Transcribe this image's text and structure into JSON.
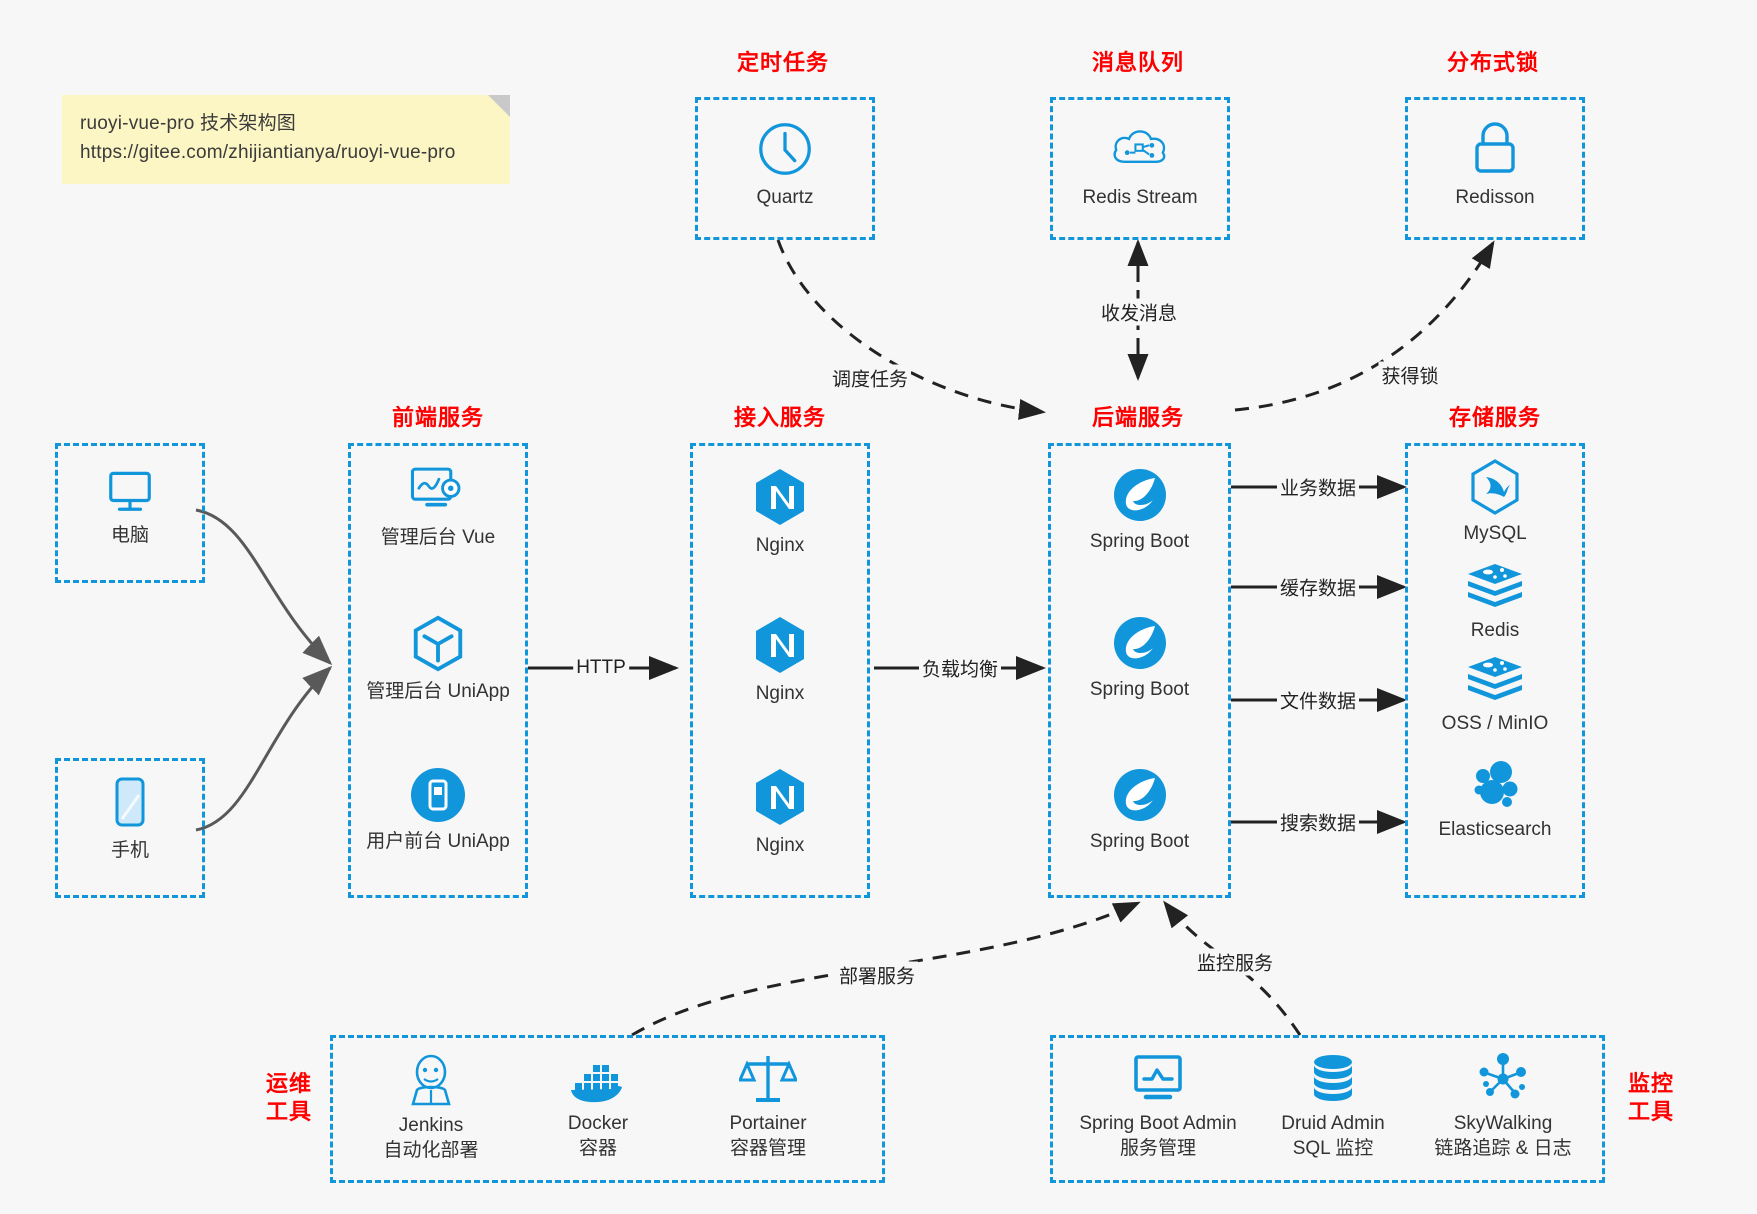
{
  "note": {
    "line1": "ruoyi-vue-pro 技术架构图",
    "line2": "https://gitee.com/zhijiantianya/ruoyi-vue-pro"
  },
  "colors": {
    "accent": "#1296db",
    "title": "#ff0000",
    "text": "#333333",
    "background": "#f7f7f7",
    "note_bg": "#fcf6c4",
    "arrow": "#222222",
    "curve_arrow": "#595959"
  },
  "groups": {
    "scheduler": {
      "title": "定时任务"
    },
    "mq": {
      "title": "消息队列"
    },
    "lock": {
      "title": "分布式锁"
    },
    "frontend": {
      "title": "前端服务"
    },
    "gateway": {
      "title": "接入服务"
    },
    "backend": {
      "title": "后端服务"
    },
    "storage": {
      "title": "存储服务"
    },
    "devops": {
      "title_line1": "运维",
      "title_line2": "工具"
    },
    "monitor": {
      "title_line1": "监控",
      "title_line2": "工具"
    }
  },
  "nodes": {
    "quartz": {
      "label": "Quartz",
      "icon": "clock-icon"
    },
    "redis_stream": {
      "label": "Redis Stream",
      "icon": "cloud-stream-icon"
    },
    "redisson": {
      "label": "Redisson",
      "icon": "lock-icon"
    },
    "computer": {
      "label": "电脑",
      "icon": "desktop-icon"
    },
    "phone": {
      "label": "手机",
      "icon": "mobile-icon"
    },
    "admin_vue": {
      "label": "管理后台 Vue",
      "icon": "dashboard-gear-icon"
    },
    "admin_uniapp": {
      "label": "管理后台 UniApp",
      "icon": "uniapp-cube-icon"
    },
    "user_uniapp": {
      "label": "用户前台 UniApp",
      "icon": "app-circle-icon"
    },
    "nginx1": {
      "label": "Nginx",
      "icon": "nginx-icon"
    },
    "nginx2": {
      "label": "Nginx",
      "icon": "nginx-icon"
    },
    "nginx3": {
      "label": "Nginx",
      "icon": "nginx-icon"
    },
    "spring1": {
      "label": "Spring Boot",
      "icon": "spring-leaf-icon"
    },
    "spring2": {
      "label": "Spring Boot",
      "icon": "spring-leaf-icon"
    },
    "spring3": {
      "label": "Spring Boot",
      "icon": "spring-leaf-icon"
    },
    "mysql": {
      "label": "MySQL",
      "icon": "mysql-dolphin-icon"
    },
    "redis": {
      "label": "Redis",
      "icon": "redis-stack-icon"
    },
    "oss": {
      "label": "OSS / MinIO",
      "icon": "redis-stack-icon"
    },
    "elasticsearch": {
      "label": "Elasticsearch",
      "icon": "elasticsearch-icon"
    },
    "jenkins": {
      "label": "Jenkins",
      "sublabel": "自动化部署",
      "icon": "jenkins-butler-icon"
    },
    "docker": {
      "label": "Docker",
      "sublabel": "容器",
      "icon": "docker-whale-icon"
    },
    "portainer": {
      "label": "Portainer",
      "sublabel": "容器管理",
      "icon": "scales-icon"
    },
    "sba": {
      "label": "Spring Boot Admin",
      "sublabel": "服务管理",
      "icon": "monitor-chart-icon"
    },
    "druid": {
      "label": "Druid Admin",
      "sublabel": "SQL 监控",
      "icon": "database-icon"
    },
    "skywalking": {
      "label": "SkyWalking",
      "sublabel": "链路追踪 & 日志",
      "icon": "skywalking-node-icon"
    }
  },
  "edges": {
    "schedule_task": "调度任务",
    "send_receive": "收发消息",
    "acquire_lock": "获得锁",
    "http": "HTTP",
    "load_balance": "负载均衡",
    "business_data": "业务数据",
    "cache_data": "缓存数据",
    "file_data": "文件数据",
    "search_data": "搜索数据",
    "deploy_service": "部署服务",
    "monitor_service": "监控服务"
  }
}
